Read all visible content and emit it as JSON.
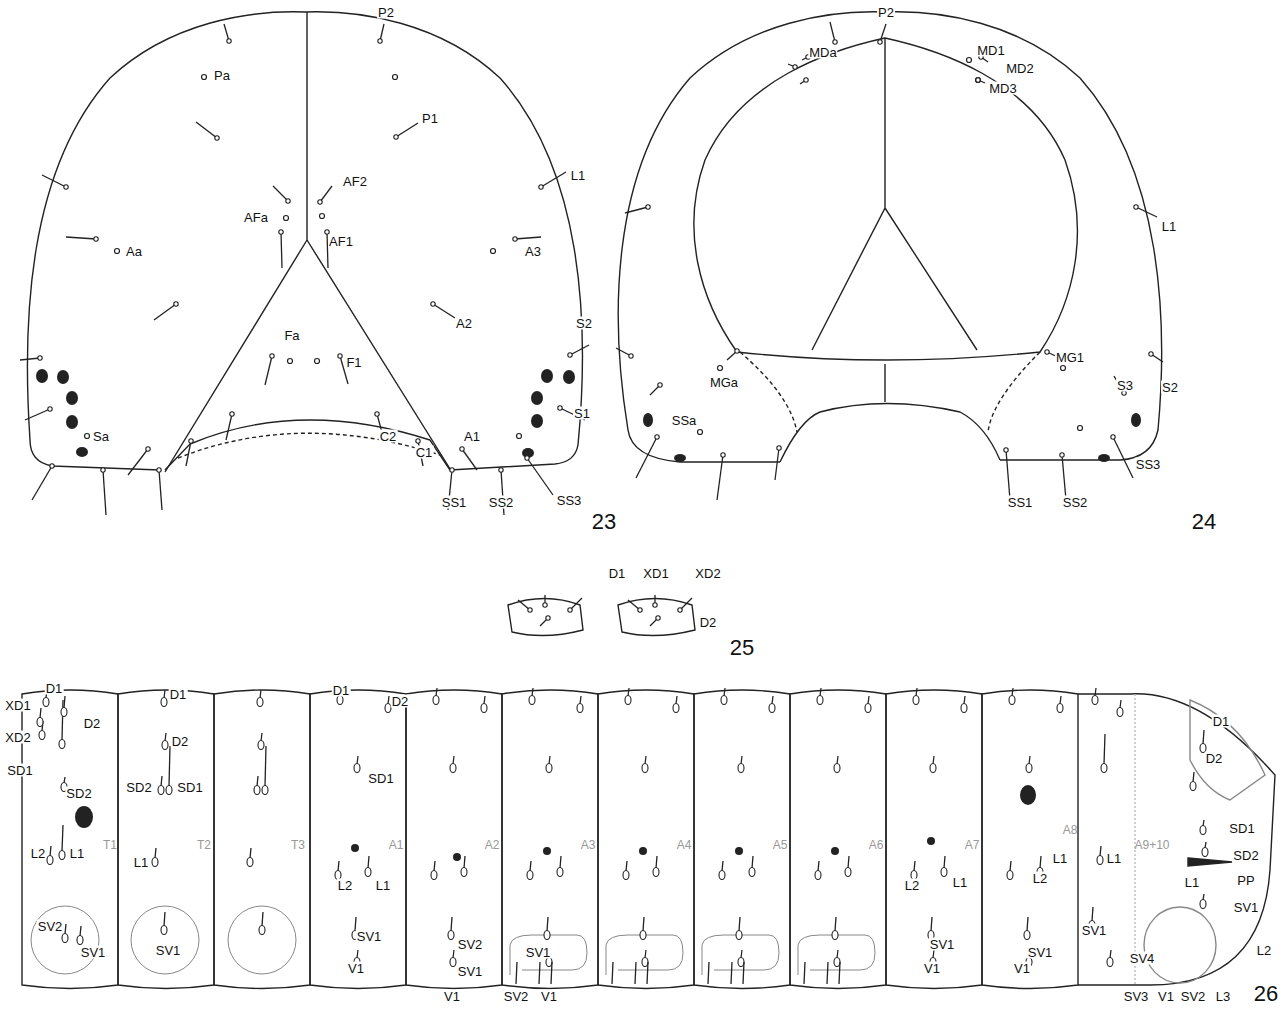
{
  "diagram": {
    "labels": [
      "P2",
      "Pa",
      "P1",
      "L1",
      "AF2",
      "AFa",
      "AF1",
      "Aa",
      "A3",
      "A2",
      "S2",
      "Fa",
      "F1",
      "Sa",
      "S1",
      "C2",
      "C1",
      "A1",
      "SS1",
      "SS2",
      "SS3",
      "23",
      "P2",
      "MDa",
      "MD1",
      "MD2",
      "MD3",
      "L1",
      "MGa",
      "MG1",
      "S3",
      "S2",
      "SSa",
      "SS3",
      "SS1",
      "SS2",
      "24",
      "D1",
      "XD1",
      "XD2",
      "D2",
      "25",
      "D1",
      "XD1",
      "D2",
      "XD2",
      "SD1",
      "SD2",
      "L2",
      "L1",
      "T1",
      "SV2",
      "SV1",
      "D1",
      "D2",
      "SD2",
      "SD1",
      "T2",
      "L1",
      "SV1",
      "T3",
      "D1",
      "D2",
      "SD1",
      "A1",
      "L2",
      "L1",
      "SV1",
      "V1",
      "A2",
      "SV2",
      "SV1",
      "V1",
      "A3",
      "SV1",
      "SV2",
      "V1",
      "A4",
      "A5",
      "A6",
      "A7",
      "L2",
      "L1",
      "SV1",
      "V1",
      "A8",
      "L1",
      "L2",
      "SV1",
      "V1",
      "A9+10",
      "L1",
      "SV1",
      "D1",
      "D2",
      "SD1",
      "SD2",
      "PP",
      "SV1",
      "L1",
      "L2",
      "SV4",
      "SV3",
      "V1",
      "SV2",
      "L3",
      "26"
    ]
  }
}
